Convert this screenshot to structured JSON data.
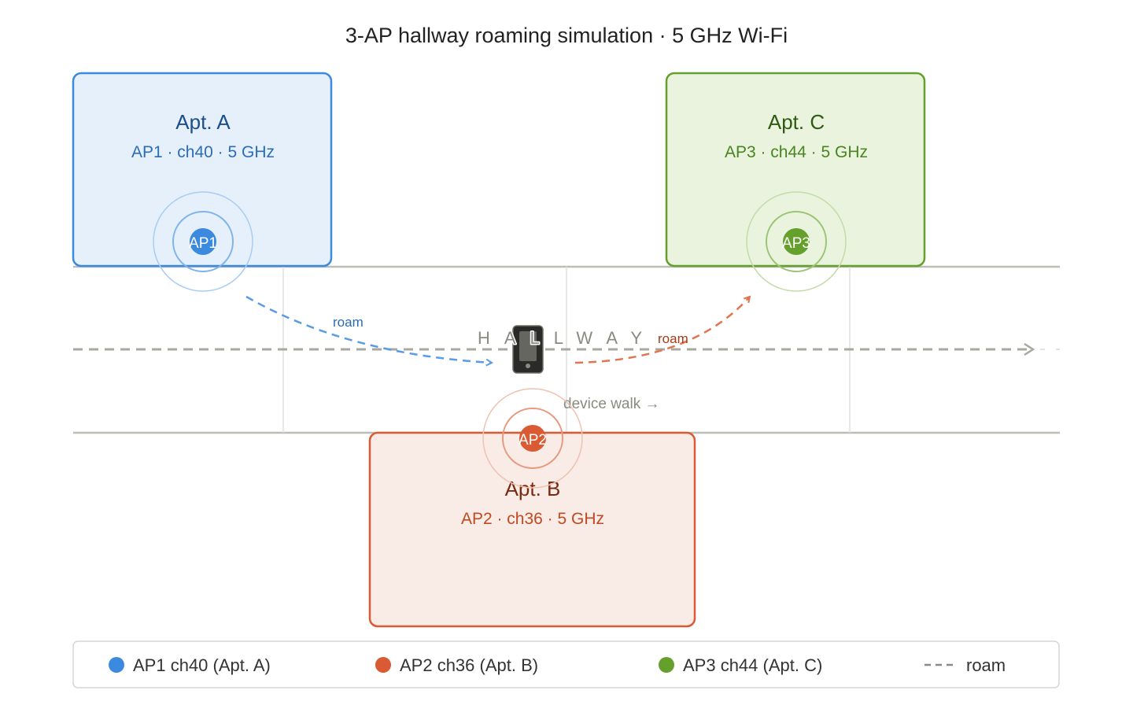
{
  "title": "3-AP hallway roaming simulation · 5 GHz Wi-Fi",
  "colors": {
    "ap1": "#3b8ae0",
    "ap2": "#d95a33",
    "ap3": "#66a02c",
    "hallway": "#a8a8a0"
  },
  "apartments": [
    {
      "name": "Apt. A",
      "subtitle": "AP1 · ch40 · 5 GHz",
      "ap": "AP1"
    },
    {
      "name": "Apt. B",
      "subtitle": "AP2 · ch36 · 5 GHz",
      "ap": "AP2"
    },
    {
      "name": "Apt. C",
      "subtitle": "AP3 · ch44 · 5 GHz",
      "ap": "AP3"
    }
  ],
  "hallway": {
    "label": "HALLWAY",
    "walk_label": "device walk →",
    "device_icon": "smartphone-icon"
  },
  "roam_labels": [
    "roam",
    "roam"
  ],
  "legend": [
    {
      "label": "AP1 ch40 (Apt. A)",
      "color": "#3b8ae0"
    },
    {
      "label": "AP2 ch36 (Apt. B)",
      "color": "#d95a33"
    },
    {
      "label": "AP3 ch44 (Apt. C)",
      "color": "#66a02c"
    },
    {
      "label": "roam",
      "style": "dashed"
    }
  ]
}
